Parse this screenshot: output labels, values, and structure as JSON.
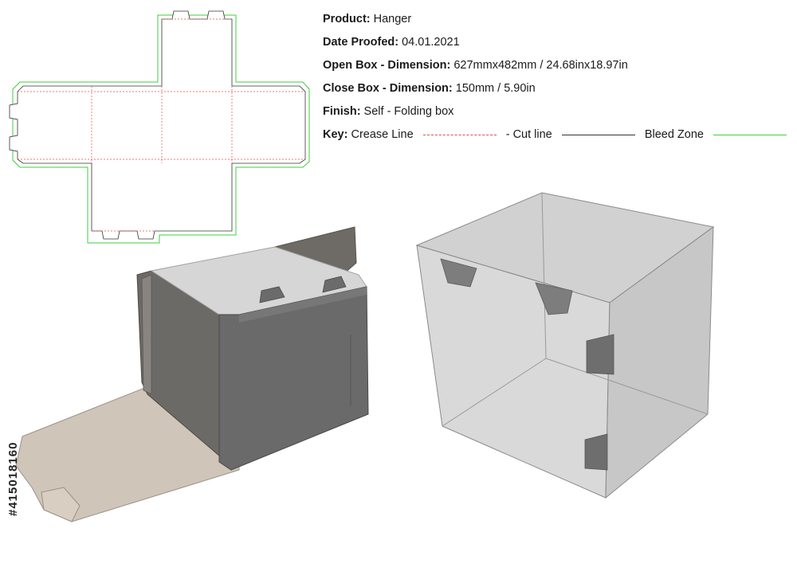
{
  "spec": {
    "product_label": "Product:",
    "product_value": " Hanger",
    "date_label": "Date Proofed:",
    "date_value": " 04.01.2021",
    "open_label": "Open Box - Dimension:",
    "open_value": " 627mmx482mm / 24.68inx18.97in",
    "close_label": "Close Box - Dimension:",
    "close_value": " 150mm / 5.90in",
    "finish_label": "Finish:",
    "finish_value": " Self - Folding box",
    "key_label": "Key:",
    "crease_text": " Crease Line",
    "cut_text": "- Cut line",
    "bleed_text": "Bleed Zone"
  },
  "colors": {
    "crease": "#e05050",
    "cut": "#333333",
    "bleed": "#3ccf3c"
  },
  "side_id": "#415018160"
}
